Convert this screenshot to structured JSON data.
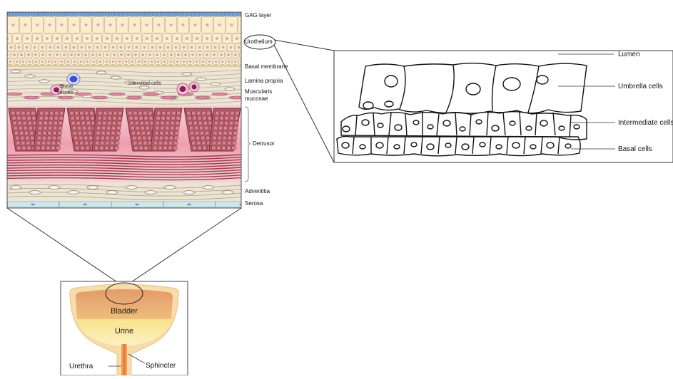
{
  "tissue_labels": {
    "gag": "GAG layer",
    "urothelium": "Urothelium",
    "basal_membrane": "Basal membrane",
    "lamina_propria": "Lamina propria",
    "muscularis_1": "Muscularis",
    "muscularis_2": "mucosae",
    "detrusor": "Detrusor",
    "adventitia": "Adventitia",
    "serosa": "Serosa"
  },
  "wall_labels": {
    "blood_1": "Blood",
    "blood_2": "vessels",
    "interstitial": "Interstitial cells"
  },
  "urothelium_labels": {
    "lumen": "Lumen",
    "umbrella": "Umbrella cells",
    "intermediate": "Intermediate cells",
    "basal": "Basal cells"
  },
  "bladder_labels": {
    "bladder": "Bladder",
    "urine": "Urine",
    "urethra": "Urethra",
    "sphincter": "Sphincter"
  },
  "colors": {
    "gag": "#7fa8d8",
    "urothelium_cell": "#fbeccb",
    "lamina": "#ece3d3",
    "muscle_bundle": "#a8505a",
    "detrusor_bg": "#f2bcc6",
    "serosa": "#cfe6ea"
  }
}
